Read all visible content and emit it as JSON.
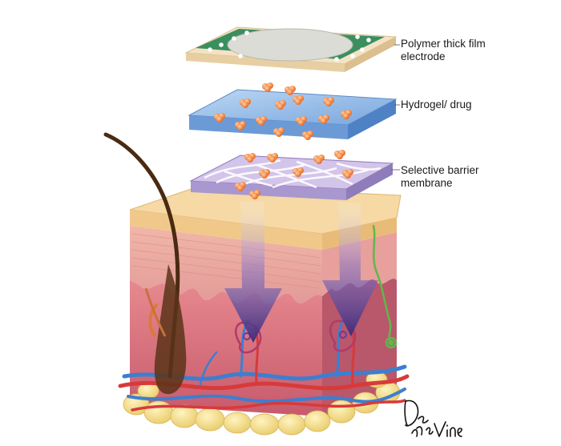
{
  "labels": {
    "electrode": {
      "line1": "Polymer thick film",
      "line2": "electrode"
    },
    "hydrogel": {
      "line1": "Hydrogel/ drug"
    },
    "barrier": {
      "line1": "Selective barrier",
      "line2": "membrane"
    }
  },
  "signature_text": "DeLaVine",
  "colors": {
    "electrode_board": "#2f8a5a",
    "electrode_base": "#f2dfc0",
    "electrode_disc": "#d9d9d3",
    "hydrogel": "#8fb8e6",
    "drug_particle": "#f07a2a",
    "membrane": "#b8a6d8",
    "stratum_corneum": "#f3cf95",
    "epidermis": "#e9a4a0",
    "dermis": "#d06a78",
    "fat": "#f4e08a",
    "arrow": "#4b3a8a",
    "artery": "#d83a3a",
    "vein": "#3c7fd0",
    "nerve": "#5fb84a",
    "hair": "#4a2a12"
  },
  "icons": [
    "hair-icon",
    "blood-vessel-icon",
    "nerve-icon",
    "arrow-icon"
  ]
}
